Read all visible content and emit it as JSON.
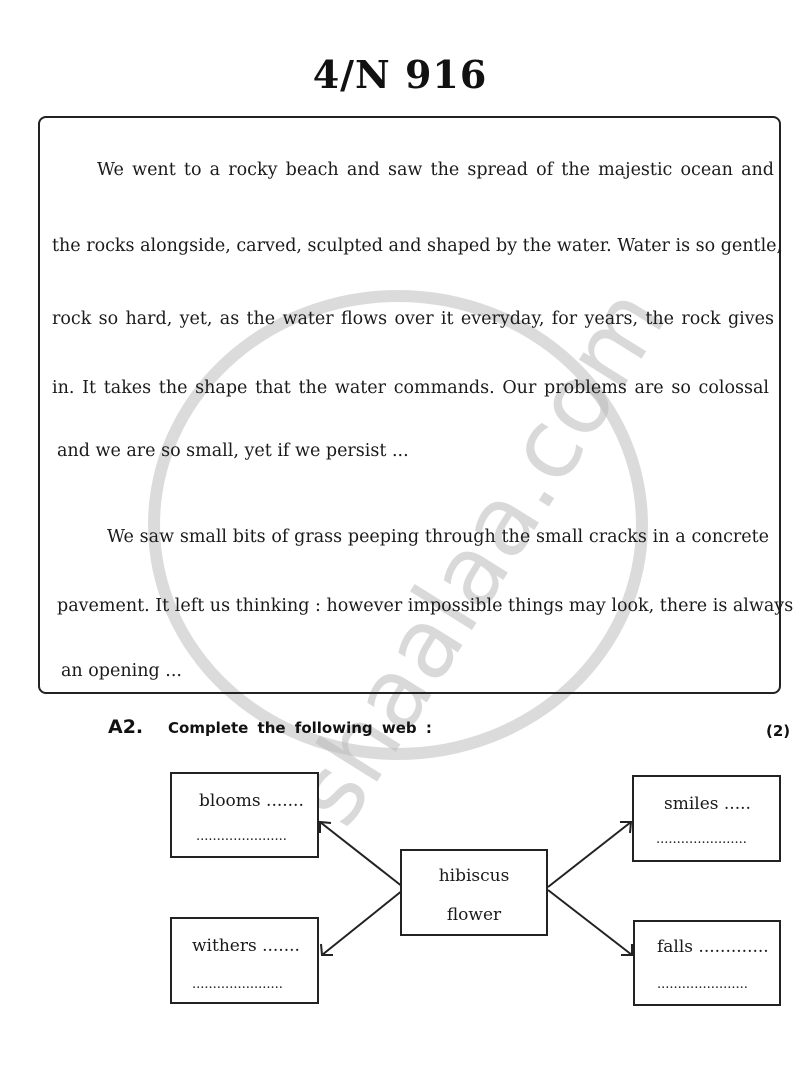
{
  "header": {
    "page_code": "4/N 916"
  },
  "passage": {
    "lines": [
      "We went to a rocky beach and saw the spread of the majestic ocean and",
      "the rocks alongside, carved, sculpted and shaped by the water. Water is so gentle,",
      "rock so hard, yet, as the water flows over it everyday, for years, the rock gives",
      "in. It takes the shape that the water commands. Our problems are so colossal",
      "and we are so small, yet if we persist ...",
      "We saw small bits of grass peeping through the small cracks in a concrete",
      "pavement. It left us thinking : however impossible things may look, there is always",
      "an opening ..."
    ]
  },
  "watermark": {
    "text": "shaalaa.com"
  },
  "question": {
    "label": "A2.",
    "text": "Complete the following web :",
    "marks": "(2)"
  },
  "web": {
    "center": {
      "line1": "hibiscus",
      "line2": "flower"
    },
    "nodes": [
      {
        "word": "blooms .......",
        "blank": "......................"
      },
      {
        "word": "withers .......",
        "blank": "......................"
      },
      {
        "word": "smiles .....",
        "blank": "......................"
      },
      {
        "word": "falls .............",
        "blank": "......................"
      }
    ]
  }
}
